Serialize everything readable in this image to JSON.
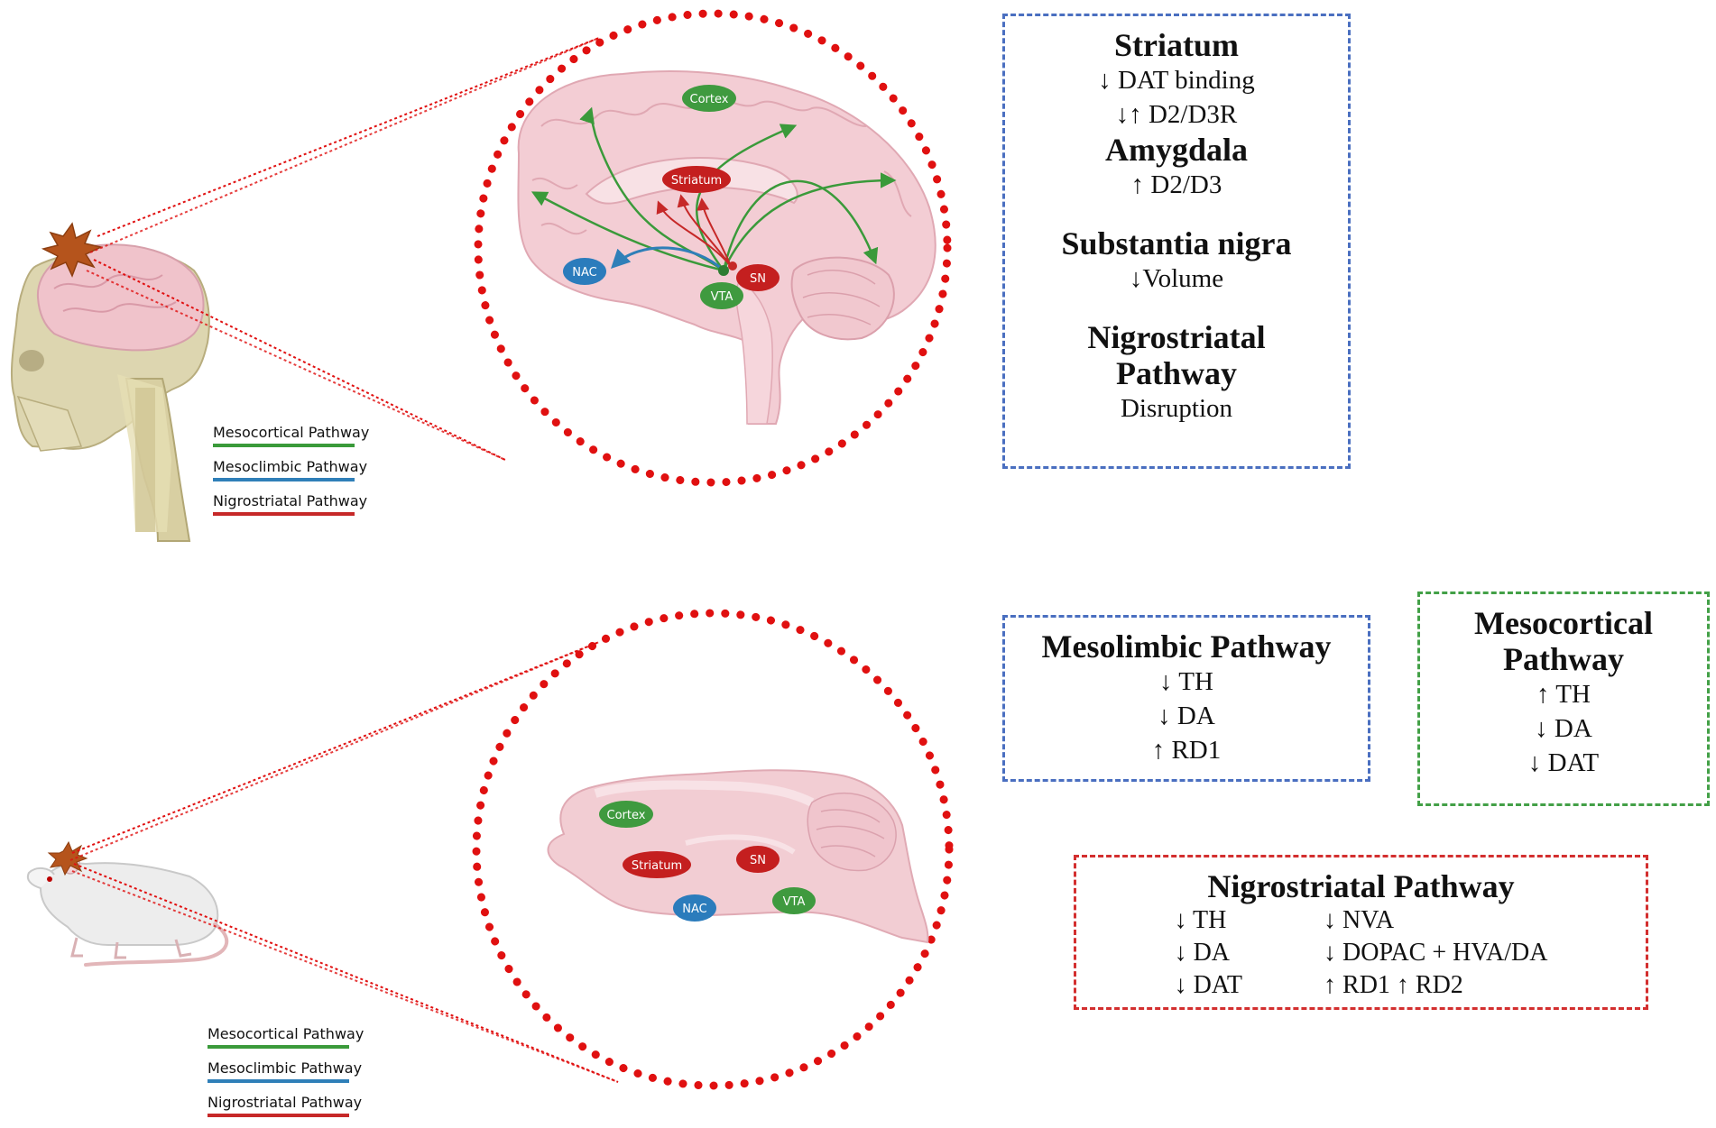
{
  "colors": {
    "mesocortical": "#3a9a3a",
    "mesolimbic": "#2f7fb8",
    "nigrostriatal": "#c62828",
    "dots": "#e01010"
  },
  "human_panel": {
    "brain_labels": {
      "cortex": "Cortex",
      "striatum": "Striatum",
      "nac": "NAC",
      "vta": "VTA",
      "sn": "SN"
    },
    "legend": {
      "mesocortical": "Mesocortical Pathway",
      "mesolimbic": "Mesoclimbic Pathway",
      "nigrostriatal": "Nigrostriatal Pathway"
    },
    "findings": {
      "striatum": {
        "heading": "Striatum",
        "lines": [
          "↓ DAT binding",
          "↓↑ D2/D3R"
        ]
      },
      "amygdala": {
        "heading": "Amygdala",
        "lines": [
          "↑ D2/D3"
        ]
      },
      "substantia_nigra": {
        "heading": "Substantia nigra",
        "lines": [
          "↓Volume"
        ]
      },
      "nigrostriatal": {
        "heading_1": "Nigrostriatal",
        "heading_2": "Pathway",
        "lines": [
          "Disruption"
        ]
      }
    }
  },
  "rat_panel": {
    "brain_labels": {
      "cortex": "Cortex",
      "striatum": "Striatum",
      "sn": "SN",
      "nac": "NAC",
      "vta": "VTA"
    },
    "legend": {
      "mesocortical": "Mesocortical Pathway",
      "mesolimbic": "Mesoclimbic Pathway",
      "nigrostriatal": "Nigrostriatal Pathway"
    },
    "mesolimbic_box": {
      "heading": "Mesolimbic Pathway",
      "lines": [
        "↓ TH",
        "↓ DA",
        "↑ RD1"
      ]
    },
    "mesocortical_box": {
      "heading_1": "Mesocortical",
      "heading_2": "Pathway",
      "lines": [
        "↑ TH",
        "↓ DA",
        "↓ DAT"
      ]
    },
    "nigrostriatal_box": {
      "heading": "Nigrostriatal Pathway",
      "left": [
        "↓ TH",
        "↓ DA",
        "↓ DAT"
      ],
      "right": [
        "↓ NVA",
        "↓ DOPAC + HVA/DA",
        "↑ RD1 ↑ RD2"
      ]
    }
  }
}
